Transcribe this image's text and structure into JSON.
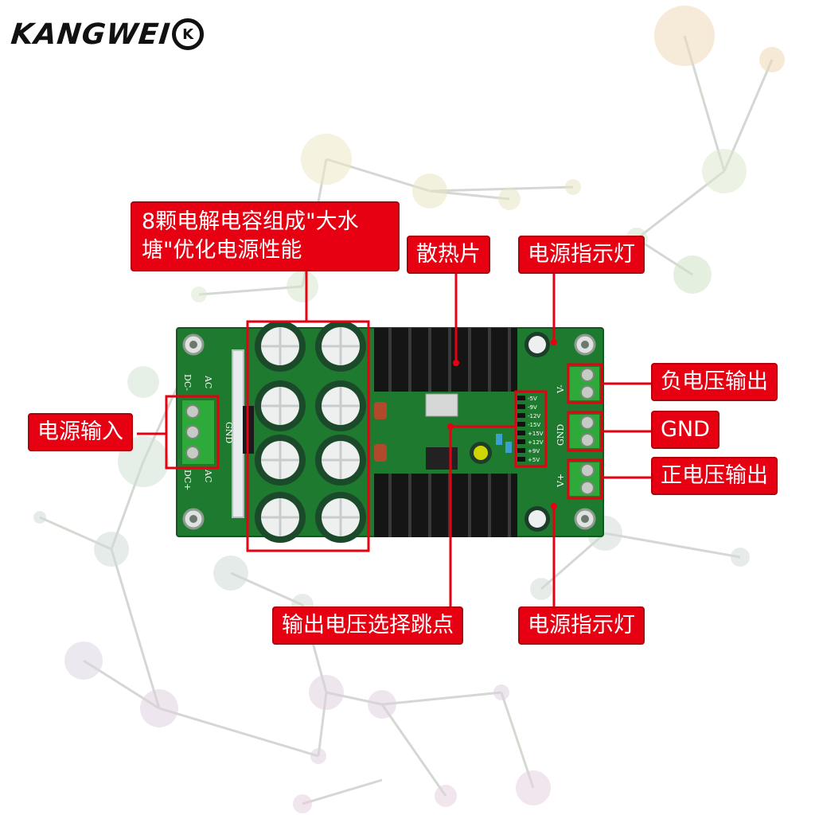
{
  "brand": {
    "logo_text": "KANGWEI",
    "logo_mark": "K"
  },
  "board_silkscreen": {
    "dc_minus": "DC-",
    "ac_top": "AC",
    "gnd_left": "GND",
    "ac_bottom": "AC",
    "dc_plus": "DC+",
    "v_minus": "V-",
    "gnd_right": "GND",
    "v_plus": "V+",
    "jumper_values": [
      "-5V",
      "-9V",
      "-12V",
      "-15V",
      "+15V",
      "+12V",
      "+9V",
      "+5V"
    ]
  },
  "labels": {
    "capacitors": "8颗电解电容组成\"大水塘\"优化电源性能",
    "heatsink": "散热片",
    "power_indicator_top": "电源指示灯",
    "negative_output": "负电压输出",
    "gnd": "GND",
    "positive_output": "正电压输出",
    "power_input": "电源输入",
    "voltage_select": "输出电压选择跳点",
    "power_indicator_bottom": "电源指示灯"
  },
  "colors": {
    "label_red": "#e60012",
    "pcb_green": "#1e7a2e",
    "terminal_green": "#2eaa3a",
    "highlight_red": "#e60012"
  }
}
